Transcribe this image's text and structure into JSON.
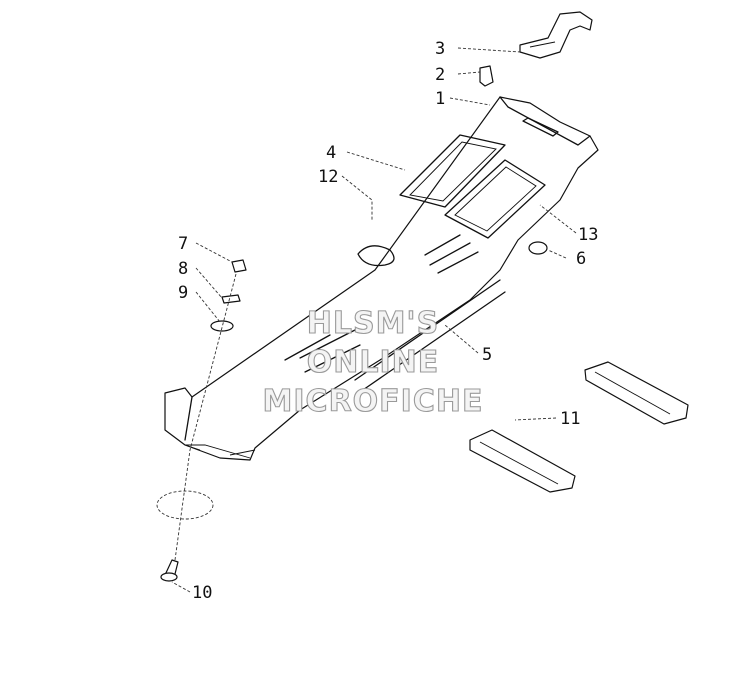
{
  "diagram": {
    "callouts": {
      "c1": "1",
      "c2": "2",
      "c3": "3",
      "c4": "4",
      "c5": "5",
      "c6": "6",
      "c7": "7",
      "c8": "8",
      "c9": "9",
      "c10": "10",
      "c11": "11",
      "c12": "12",
      "c13": "13"
    },
    "watermark": {
      "line1": "HLSM'S",
      "line2": "ONLINE",
      "line3": "MICROFICHE"
    }
  }
}
